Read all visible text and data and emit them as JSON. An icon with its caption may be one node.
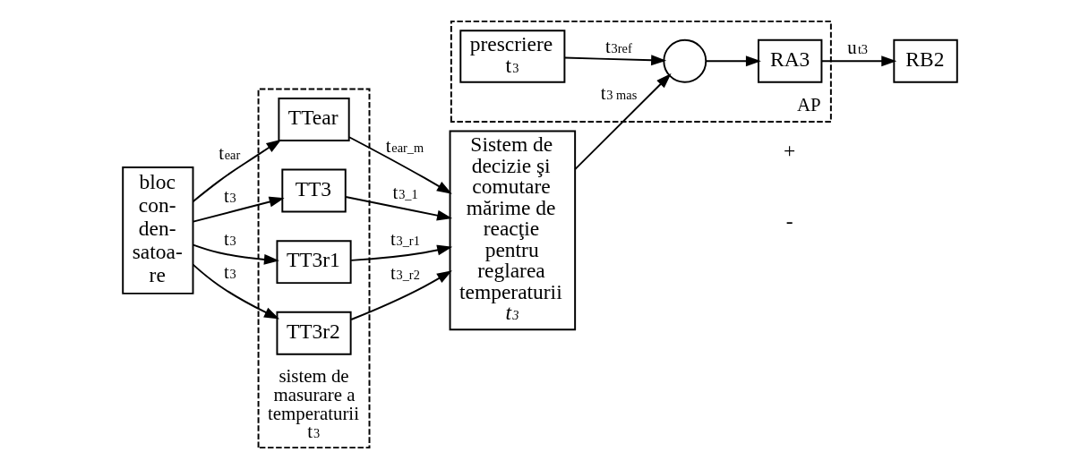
{
  "diagram": {
    "nodes": [
      {
        "text": [
          "sistem de masurare a temperaturii t$_{3}$"
        ]
      },
      {
        "text": [
          "AP"
        ]
      },
      {
        "text": [
          "bloc con- den- satoa- re"
        ]
      },
      {
        "text": [
          "TTear"
        ],
        "in": 0
      },
      {
        "text": [
          "TT3"
        ],
        "in": 0
      },
      {
        "text": [
          "TT3r1"
        ],
        "in": 0
      },
      {
        "text": [
          "TT3r2"
        ],
        "in": 0
      },
      {
        "text": [
          "Sistem de decizie şi comutare mărime de reacţie pentru reglarea temperaturii *t$_{3}$*"
        ]
      },
      {
        "text": [],
        "shape": "circle",
        "in": 1
      },
      {
        "text": [
          "RA3"
        ],
        "in": 1
      },
      {
        "text": [
          "prescriere t$_{3}$"
        ],
        "in": 1
      },
      {
        "text": [
          "RB2"
        ]
      }
    ],
    "edges": [
      {
        "from": 2,
        "to": 3,
        "arrow": "to",
        "label": "t$_{ear}$"
      },
      {
        "from": 2,
        "to": 4,
        "arrow": "to",
        "label": "t$_{3}$"
      },
      {
        "from": 2,
        "to": 5,
        "arrow": "to",
        "label": "t$_{3}$"
      },
      {
        "from": 2,
        "to": 6,
        "arrow": "to",
        "label": "t$_{3}$"
      },
      {
        "from": 3,
        "to": 7,
        "arrow": "to",
        "label": "t$_{ear_m}$"
      },
      {
        "from": 4,
        "to": 7,
        "arrow": "to",
        "label": "t$_{3_1}$"
      },
      {
        "from": 5,
        "to": 7,
        "arrow": "to",
        "label": "t$_{3_r1}$"
      },
      {
        "from": 6,
        "to": 7,
        "arrow": "to",
        "label": "t$_{3_r2}$"
      },
      {
        "from": 7,
        "to": 8,
        "arrow": "to",
        "label": "t$_{3 mas}$"
      },
      {
        "from": 10,
        "to": 8,
        "arrow": "to",
        "label": "t$_{3ref}$"
      },
      {
        "from": 8,
        "to": 9,
        "arrow": "to"
      },
      {
        "from": 9,
        "to": 11,
        "arrow": "to",
        "label": "u$_{t3}$"
      }
    ],
    "labels": [
      "+",
      "-"
    ]
  }
}
